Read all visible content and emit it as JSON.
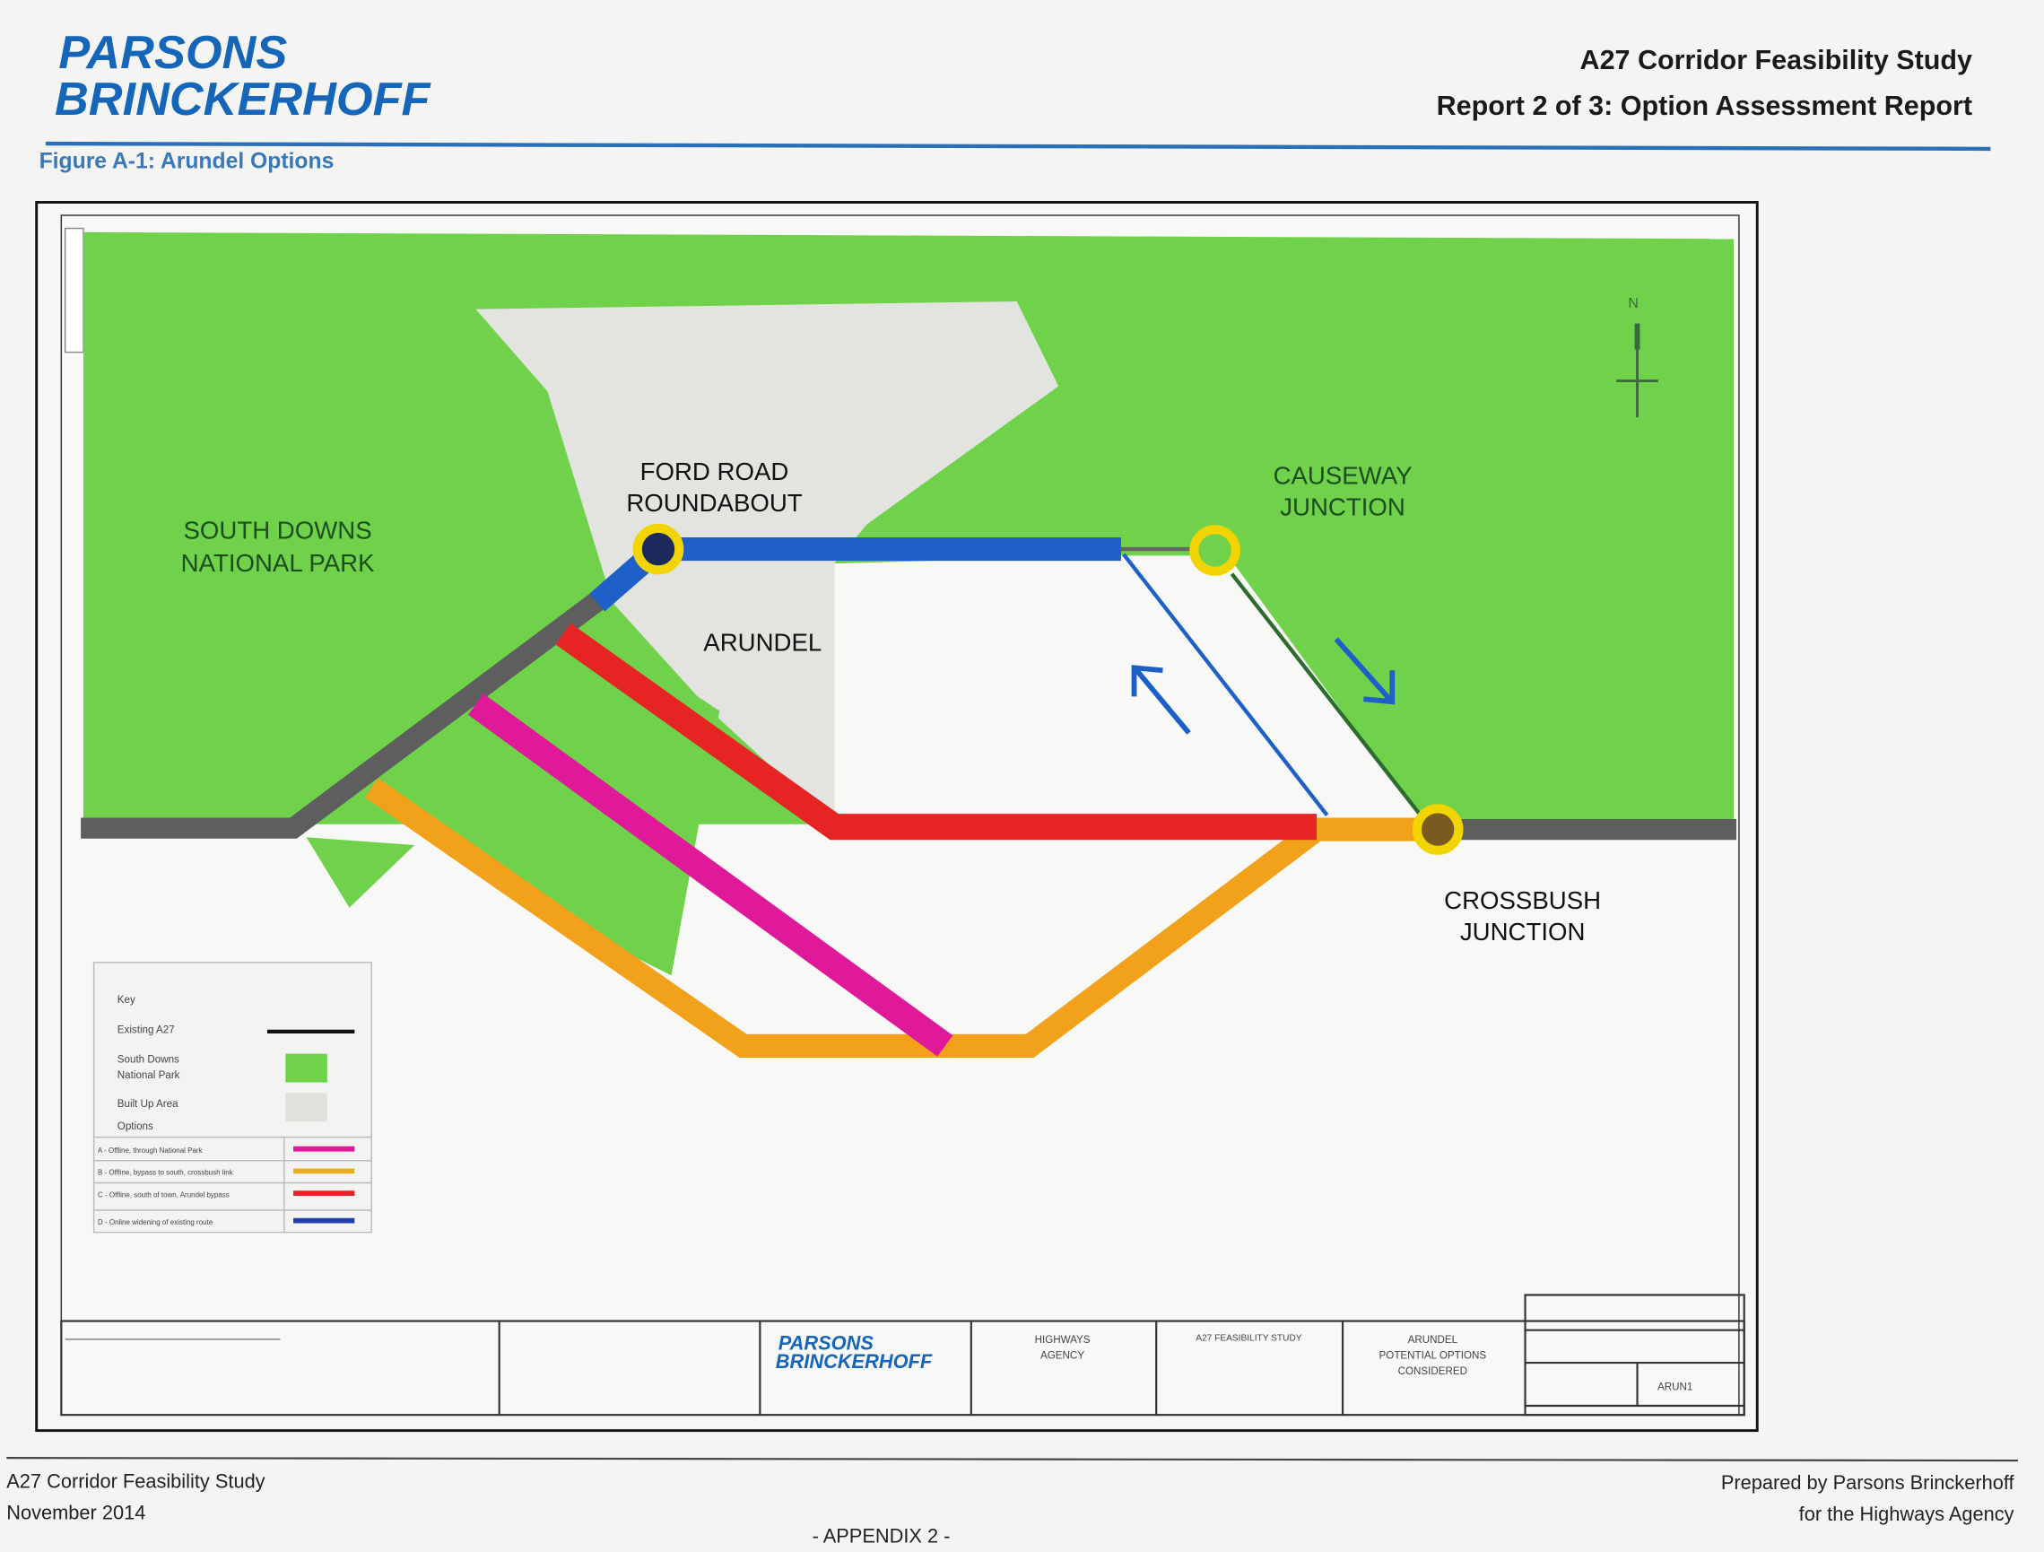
{
  "header": {
    "logo_line1": "PARSONS",
    "logo_line2": "BRINCKERHOFF",
    "title": "A27 Corridor Feasibility Study",
    "subtitle": "Report 2 of 3: Option Assessment Report",
    "figure_caption": "Figure A-1: Arundel Options"
  },
  "map": {
    "labels": {
      "park": [
        "SOUTH DOWNS",
        "NATIONAL PARK"
      ],
      "ford": [
        "FORD ROAD",
        "ROUNDABOUT"
      ],
      "causeway": [
        "CAUSEWAY",
        "JUNCTION"
      ],
      "arundel": "ARUNDEL",
      "crossbush": [
        "CROSSBUSH",
        "JUNCTION"
      ],
      "north": "N"
    },
    "colors": {
      "park": "#6fd24a",
      "built_up": "#e3e4e0",
      "existing": "#5e5e5e",
      "blue": "#1f5fc8",
      "red": "#e62424",
      "orange": "#f2a21a",
      "magenta": "#e0189a",
      "junction": "#f2d400"
    }
  },
  "legend": {
    "title": "Key",
    "existing": "Existing A27",
    "park": [
      "South Downs",
      "National Park"
    ],
    "built_up": "Built Up Area",
    "options_title": "Options",
    "options": [
      "A - Offline, through National Park",
      "B - Offline, bypass to south, crossbush link",
      "C - Offline, south of town, Arundel bypass",
      "D - Online widening of existing route"
    ]
  },
  "title_block": {
    "logo_line1": "PARSONS",
    "logo_line2": "BRINCKERHOFF",
    "client": [
      "HIGHWAYS",
      "AGENCY"
    ],
    "project": "A27 FEASIBILITY STUDY",
    "drawing_title": [
      "ARUNDEL",
      "POTENTIAL OPTIONS",
      "CONSIDERED"
    ],
    "drawing_no": "ARUN1"
  },
  "footer": {
    "left1": "A27 Corridor Feasibility Study",
    "left2": "November 2014",
    "center": "- APPENDIX 2 -",
    "right1": "Prepared by Parsons Brinckerhoff",
    "right2": "for the Highways Agency"
  }
}
